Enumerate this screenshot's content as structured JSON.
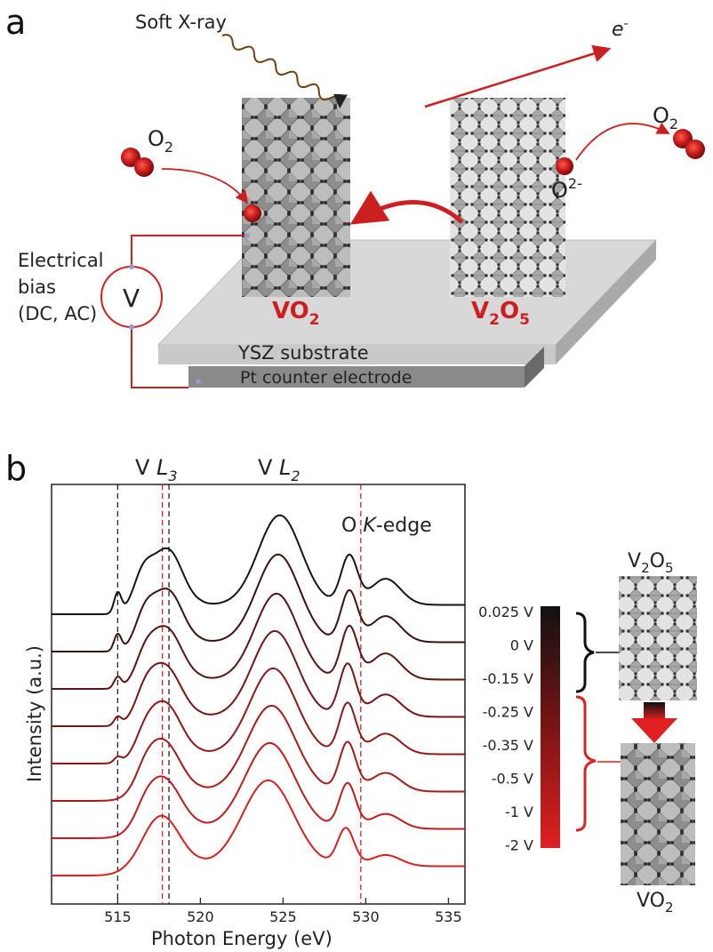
{
  "panel_a": {
    "letter": "a",
    "xray_label": "Soft X-ray",
    "electron_label": "e",
    "electron_sup": "-",
    "o2_left": {
      "base": "O",
      "sub": "2"
    },
    "o2_right": {
      "base": "O",
      "sub": "2"
    },
    "oxygen_ion": {
      "base": "O",
      "sup": "2-"
    },
    "bias_label_1": "Electrical",
    "bias_label_2": "bias",
    "bias_label_3": "(DC, AC)",
    "voltmeter": "V",
    "vo2": {
      "base": "VO",
      "sub": "2"
    },
    "v2o5": {
      "base1": "V",
      "sub1": "2",
      "base2": "O",
      "sub2": "5"
    },
    "substrate": "YSZ substrate",
    "electrode": "Pt counter electrode",
    "colors": {
      "red": "#cc2020",
      "slab_top": "#d9d9d9",
      "slab_side": "#b8b8b8",
      "electrode": "#8a8a8a"
    }
  },
  "panel_b": {
    "letter": "b",
    "peak_L3": {
      "base": "V ",
      "italic": "L",
      "sub": "3"
    },
    "peak_L2": {
      "base": "V ",
      "italic": "L",
      "sub": "2"
    },
    "okedge": {
      "base": "O ",
      "italic": "K",
      "rest": "-edge"
    },
    "v2o5_label": {
      "base1": "V",
      "sub1": "2",
      "base2": "O",
      "sub2": "5"
    },
    "vo2_label": {
      "base": "VO",
      "sub": "2"
    },
    "voltage_labels": [
      "0.025 V",
      "0 V",
      "-0.15 V",
      "-0.25 V",
      "-0.35 V",
      "-0.5 V",
      "-1 V",
      "-2 V"
    ]
  },
  "chart_data": {
    "type": "line",
    "xlabel": "Photon Energy (eV)",
    "ylabel": "Intensity (a.u.)",
    "xlim": [
      511,
      536
    ],
    "xticks": [
      515,
      520,
      525,
      530,
      535
    ],
    "y_ticks_shown": false,
    "reference_lines": [
      {
        "x": 515.0,
        "color": "#222222",
        "style": "dashed"
      },
      {
        "x": 517.7,
        "color": "#dd2222",
        "style": "dashed"
      },
      {
        "x": 518.1,
        "color": "#222222",
        "style": "dashed"
      },
      {
        "x": 529.7,
        "color": "#dd2222",
        "style": "dashed"
      }
    ],
    "series": [
      {
        "name": "0.025 V",
        "color": "#151515",
        "offset": 7,
        "peaks": [
          [
            515.0,
            0.55,
            0.22
          ],
          [
            516.5,
            0.9,
            0.6
          ],
          [
            518.0,
            1.6,
            0.9
          ],
          [
            524.8,
            2.4,
            1.3
          ],
          [
            529.0,
            1.3,
            0.5
          ],
          [
            531.2,
            0.7,
            0.9
          ]
        ]
      },
      {
        "name": "0 V",
        "color": "#3a1212",
        "offset": 6,
        "peaks": [
          [
            515.0,
            0.45,
            0.22
          ],
          [
            516.6,
            0.8,
            0.6
          ],
          [
            518.0,
            1.5,
            0.9
          ],
          [
            524.7,
            2.35,
            1.3
          ],
          [
            529.0,
            1.35,
            0.5
          ],
          [
            531.2,
            0.7,
            0.9
          ]
        ]
      },
      {
        "name": "-0.15 V",
        "color": "#5a1414",
        "offset": 5,
        "peaks": [
          [
            515.0,
            0.3,
            0.22
          ],
          [
            516.6,
            0.6,
            0.6
          ],
          [
            517.9,
            1.5,
            0.95
          ],
          [
            524.6,
            2.3,
            1.3
          ],
          [
            529.0,
            1.4,
            0.5
          ],
          [
            531.2,
            0.7,
            0.9
          ]
        ]
      },
      {
        "name": "-0.25 V",
        "color": "#751616",
        "offset": 4,
        "peaks": [
          [
            515.0,
            0.22,
            0.22
          ],
          [
            516.6,
            0.5,
            0.6
          ],
          [
            517.8,
            1.5,
            1.0
          ],
          [
            524.5,
            2.3,
            1.35
          ],
          [
            528.9,
            1.4,
            0.5
          ],
          [
            531.2,
            0.6,
            0.9
          ]
        ]
      },
      {
        "name": "-0.35 V",
        "color": "#901818",
        "offset": 3,
        "peaks": [
          [
            515.0,
            0.15,
            0.22
          ],
          [
            516.6,
            0.4,
            0.6
          ],
          [
            517.8,
            1.5,
            1.0
          ],
          [
            524.4,
            2.3,
            1.4
          ],
          [
            528.9,
            1.35,
            0.5
          ],
          [
            531.2,
            0.55,
            0.9
          ]
        ]
      },
      {
        "name": "-0.5 V",
        "color": "#a81a1a",
        "offset": 2,
        "peaks": [
          [
            516.6,
            0.3,
            0.6
          ],
          [
            517.7,
            1.5,
            1.05
          ],
          [
            524.3,
            2.3,
            1.45
          ],
          [
            528.9,
            1.3,
            0.5
          ],
          [
            531.2,
            0.5,
            0.9
          ]
        ]
      },
      {
        "name": "-1 V",
        "color": "#c01c1c",
        "offset": 1,
        "peaks": [
          [
            516.6,
            0.25,
            0.6
          ],
          [
            517.7,
            1.5,
            1.1
          ],
          [
            524.2,
            2.3,
            1.5
          ],
          [
            528.9,
            1.2,
            0.5
          ],
          [
            531.2,
            0.4,
            0.9
          ]
        ]
      },
      {
        "name": "-2 V",
        "color": "#d82020",
        "offset": 0,
        "peaks": [
          [
            517.6,
            1.5,
            1.15
          ],
          [
            524.1,
            2.3,
            1.55
          ],
          [
            528.8,
            1.0,
            0.5
          ],
          [
            531.2,
            0.3,
            0.9
          ]
        ]
      }
    ]
  }
}
